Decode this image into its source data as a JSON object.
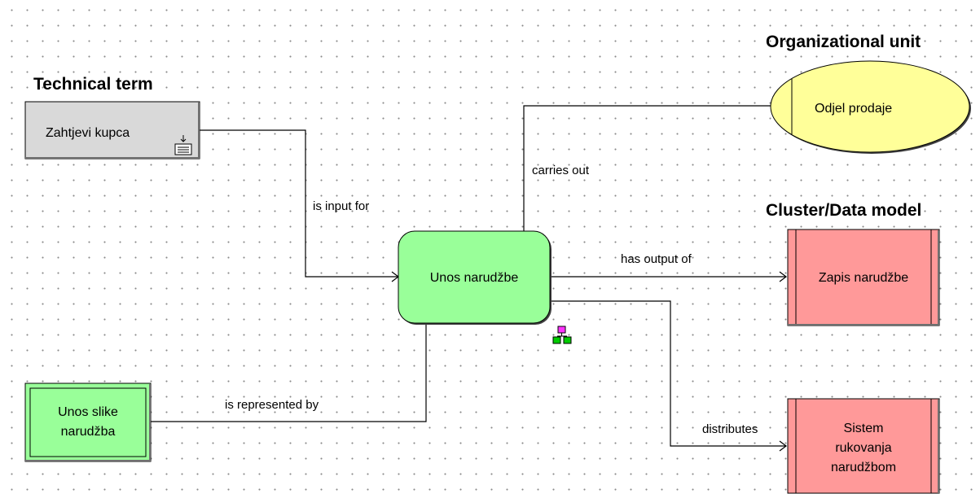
{
  "section_titles": {
    "technical_term": "Technical term",
    "organizational_unit": "Organizational unit",
    "cluster_data_model": "Cluster/Data model"
  },
  "nodes": {
    "zahtjevi_kupca": "Zahtjevi kupca",
    "unos_narudzbe": "Unos narudžbe",
    "unos_slike": [
      "Unos slike",
      "narudžba"
    ],
    "odjel_prodaje": "Odjel prodaje",
    "zapis_narudzbe": "Zapis narudžbe",
    "sistem": [
      "Sistem",
      "rukovanja",
      "narudžbom"
    ]
  },
  "edges": {
    "is_input_for": "is input for",
    "carries_out": "carries out",
    "has_output_of": "has output of",
    "distributes": "distributes",
    "is_represented_by": "is represented by"
  },
  "colors": {
    "technical_term_fill": "#d9d9d9",
    "function_fill": "#99ff99",
    "org_unit_fill": "#ffff99",
    "cluster_fill": "#ff9999",
    "screen_fill": "#99ff99"
  },
  "icons": [
    "document-icon",
    "hierarchy-icon"
  ]
}
